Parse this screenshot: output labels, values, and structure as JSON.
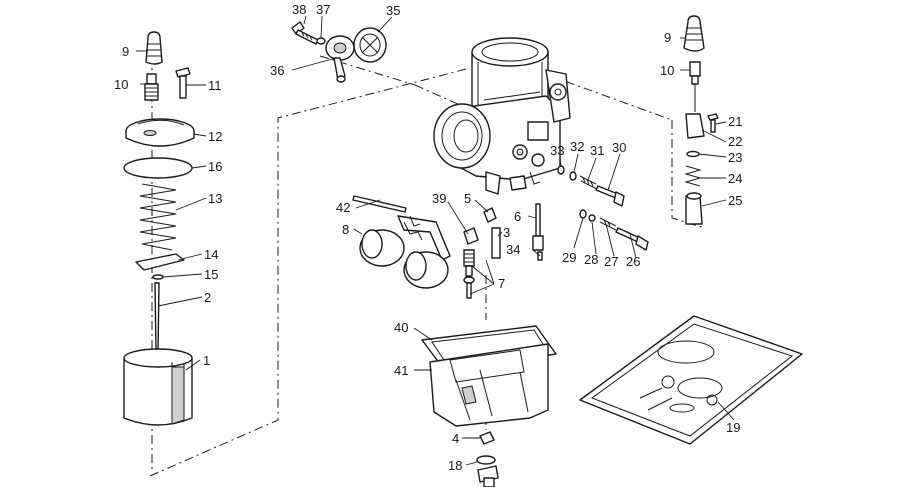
{
  "callouts": [
    {
      "id": "c9l",
      "label": "9"
    },
    {
      "id": "c10l",
      "label": "10"
    },
    {
      "id": "c11",
      "label": "11"
    },
    {
      "id": "c12",
      "label": "12"
    },
    {
      "id": "c16",
      "label": "16"
    },
    {
      "id": "c13",
      "label": "13"
    },
    {
      "id": "c14",
      "label": "14"
    },
    {
      "id": "c15",
      "label": "15"
    },
    {
      "id": "c2",
      "label": "2"
    },
    {
      "id": "c1",
      "label": "1"
    },
    {
      "id": "c38",
      "label": "38"
    },
    {
      "id": "c37",
      "label": "37"
    },
    {
      "id": "c35",
      "label": "35"
    },
    {
      "id": "c36",
      "label": "36"
    },
    {
      "id": "c42",
      "label": "42"
    },
    {
      "id": "c8",
      "label": "8"
    },
    {
      "id": "c39",
      "label": "39"
    },
    {
      "id": "c5",
      "label": "5"
    },
    {
      "id": "c6",
      "label": "6"
    },
    {
      "id": "c3",
      "label": "3"
    },
    {
      "id": "c34",
      "label": "34"
    },
    {
      "id": "c7",
      "label": "7"
    },
    {
      "id": "c33",
      "label": "33"
    },
    {
      "id": "c32",
      "label": "32"
    },
    {
      "id": "c31",
      "label": "31"
    },
    {
      "id": "c30",
      "label": "30"
    },
    {
      "id": "c29",
      "label": "29"
    },
    {
      "id": "c28",
      "label": "28"
    },
    {
      "id": "c27",
      "label": "27"
    },
    {
      "id": "c26",
      "label": "26"
    },
    {
      "id": "c9r",
      "label": "9"
    },
    {
      "id": "c10r",
      "label": "10"
    },
    {
      "id": "c21",
      "label": "21"
    },
    {
      "id": "c22",
      "label": "22"
    },
    {
      "id": "c23",
      "label": "23"
    },
    {
      "id": "c24",
      "label": "24"
    },
    {
      "id": "c25",
      "label": "25"
    },
    {
      "id": "c40",
      "label": "40"
    },
    {
      "id": "c41",
      "label": "41"
    },
    {
      "id": "c4",
      "label": "4"
    },
    {
      "id": "c18",
      "label": "18"
    },
    {
      "id": "c19",
      "label": "19"
    }
  ]
}
